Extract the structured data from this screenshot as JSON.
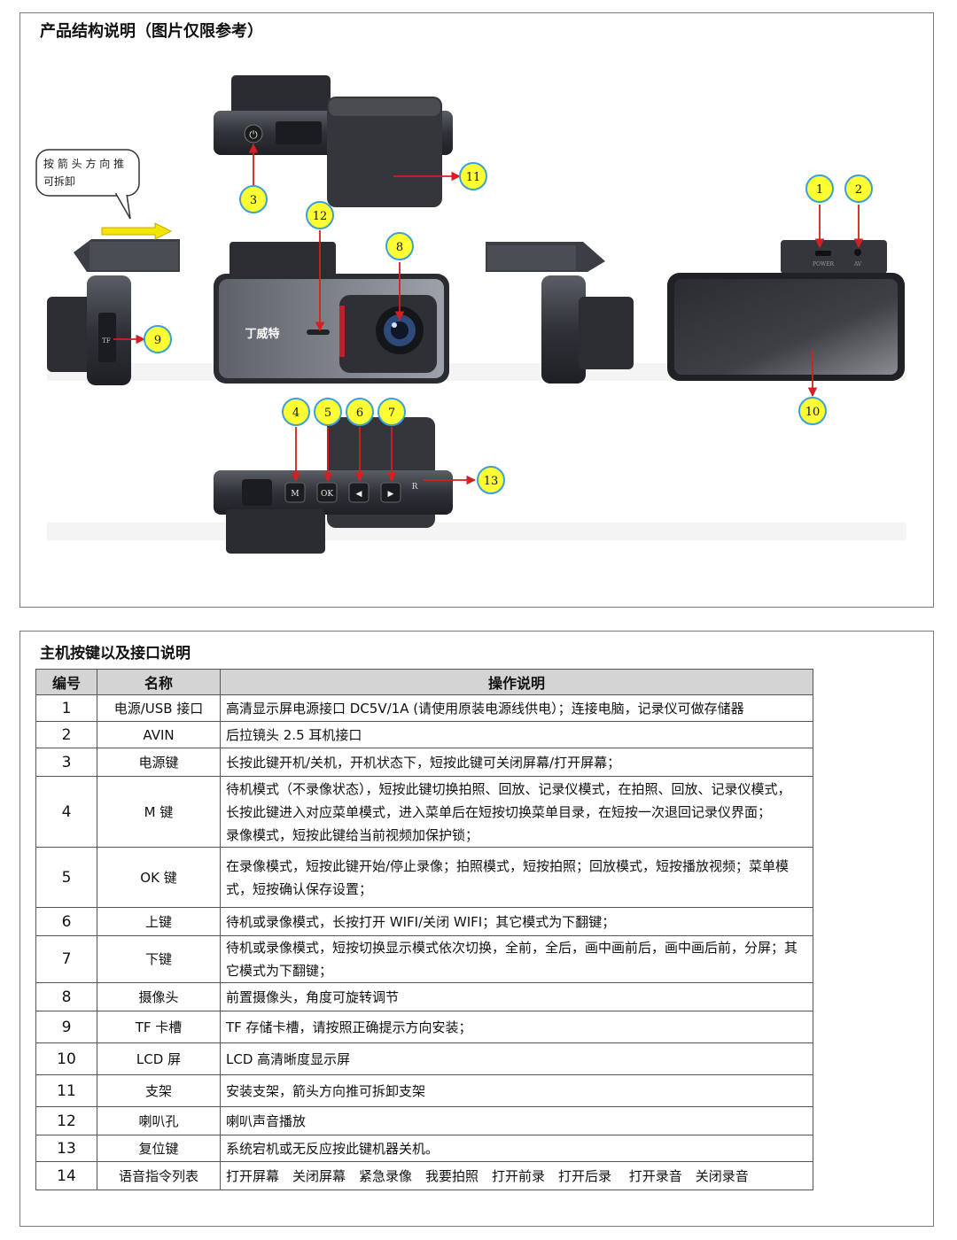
{
  "diagram": {
    "title": "产品结构说明（图片仅限参考）",
    "note": "按箭头方向推可拆卸",
    "brand_label": "丁威特",
    "button_labels": [
      "M",
      "OK",
      "◀",
      "▶"
    ],
    "reset_label": "R",
    "tf_label": "TF",
    "port_labels": [
      "POWER",
      "AV"
    ],
    "callouts": [
      "1",
      "2",
      "3",
      "4",
      "5",
      "6",
      "7",
      "8",
      "9",
      "10",
      "11",
      "12",
      "13"
    ]
  },
  "spec": {
    "title": "主机按键以及接口说明",
    "headers": [
      "编号",
      "名称",
      "操作说明"
    ],
    "rows": [
      {
        "no": "1",
        "name": "电源/USB 接口",
        "desc": [
          "高清显示屏电源接口 DC5V/1A (请使用原装电源线供电）；连接电脑，记录仪可做存储器"
        ]
      },
      {
        "no": "2",
        "name": "AVIN",
        "desc": [
          "后拉镜头 2.5 耳机接口"
        ]
      },
      {
        "no": "3",
        "name": "电源键",
        "desc": [
          "长按此键开机/关机，开机状态下，短按此键可关闭屏幕/打开屏幕；"
        ]
      },
      {
        "no": "4",
        "name": "M 键",
        "desc": [
          "待机模式（不录像状态），短按此键切换拍照、回放、记录仪模式，在拍照、回放、记录仪模式，",
          "长按此键进入对应菜单模式，进入菜单后在短按切换菜单目录，在短按一次退回记录仪界面；",
          "录像模式，短按此键给当前视频加保护锁；"
        ]
      },
      {
        "no": "5",
        "name": "OK 键",
        "desc": [
          "在录像模式，短按此键开始/停止录像；拍照模式，短按拍照；回放模式，短按播放视频；菜单模",
          "式，短按确认保存设置；"
        ]
      },
      {
        "no": "6",
        "name": "上键",
        "desc": [
          "待机或录像模式，长按打开 WIFI/关闭 WIFI；其它模式为下翻键；"
        ]
      },
      {
        "no": "7",
        "name": "下键",
        "desc": [
          "待机或录像模式，短按切换显示模式依次切换，全前，全后，画中画前后，画中画后前，分屏；其",
          "它模式为下翻键；"
        ]
      },
      {
        "no": "8",
        "name": "摄像头",
        "desc": [
          "前置摄像头，角度可旋转调节"
        ]
      },
      {
        "no": "9",
        "name": "TF 卡槽",
        "desc": [
          "TF 存储卡槽，请按照正确提示方向安装；"
        ]
      },
      {
        "no": "10",
        "name": "LCD 屏",
        "desc": [
          "LCD 高清晰度显示屏"
        ]
      },
      {
        "no": "11",
        "name": "支架",
        "desc": [
          "安装支架，箭头方向推可拆卸支架"
        ]
      },
      {
        "no": "12",
        "name": "喇叭孔",
        "desc": [
          "喇叭声音播放"
        ]
      },
      {
        "no": "13",
        "name": "复位键",
        "desc": [
          "系统宕机或无反应按此键机器关机。"
        ]
      },
      {
        "no": "14",
        "name": "语音指令列表",
        "desc": [
          "打开屏幕　关闭屏幕　紧急录像　我要拍照　打开前录　打开后录　 打开录音　关闭录音"
        ]
      }
    ]
  },
  "colors": {
    "callout_fill": "#ffff33",
    "callout_stroke": "#3aa0d8",
    "arrow": "#d42020",
    "device": "#3a3d44",
    "header_bg": "#d4d4d4"
  }
}
